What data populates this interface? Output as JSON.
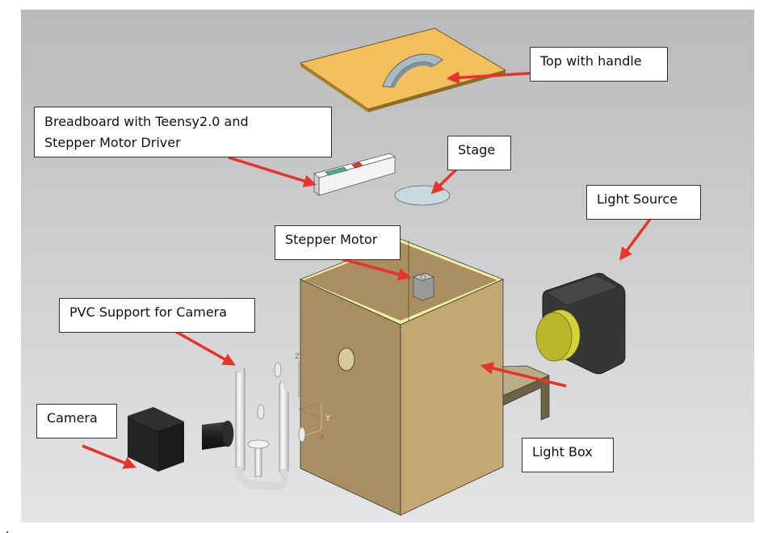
{
  "figure": {
    "description": "Exploded CAD view of a light-box imaging apparatus",
    "background_gradient": [
      "#b9babc",
      "#e4e5e7"
    ],
    "arrow_color": "#e8322a",
    "labels": {
      "top": "Top with handle",
      "breadboard_line1": "Breadboard with Teensy2.0 and",
      "breadboard_line2": "Stepper Motor Driver",
      "stage": "Stage",
      "light_source": "Light Source",
      "stepper_motor": "Stepper Motor",
      "pvc_support": "PVC Support for Camera",
      "camera": "Camera",
      "light_box": "Light Box"
    },
    "axis_labels": {
      "x": "X",
      "y": "Y",
      "z": "Z"
    },
    "component_colors": {
      "top_plate": "#f2bf5a",
      "handle": "#a9bcc4",
      "light_box_front": "#c4a874",
      "light_box_side": "#a88e60",
      "light_box_rim": "#f4f0a0",
      "stage": "#c8d8de",
      "breadboard": "#f3f3f3",
      "green_chip": "#4fa88a",
      "red_chip": "#d83a2e",
      "camera": "#262626",
      "light_source_body": "#363636",
      "lens": "#c8c23a",
      "pvc": "#eeeeee",
      "bracket": "#8e8866"
    }
  }
}
